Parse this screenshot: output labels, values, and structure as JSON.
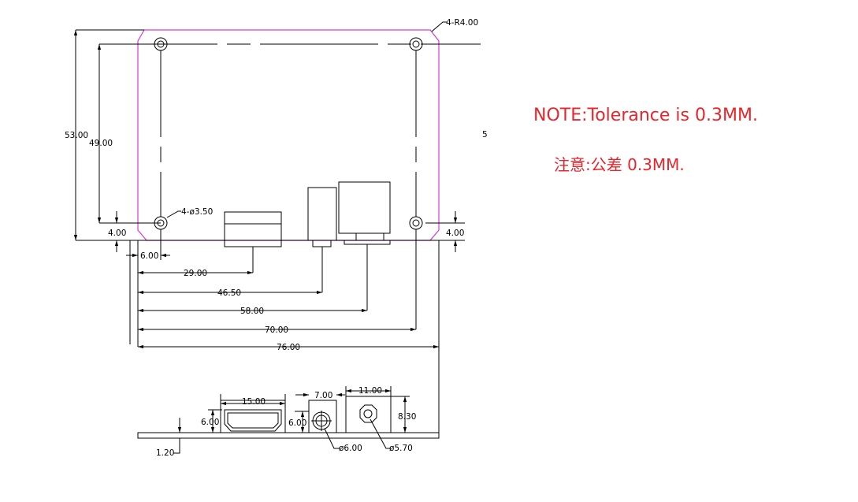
{
  "notes": {
    "english": "NOTE:Tolerance is 0.3MM.",
    "chinese": "注意:公差 0.3MM."
  },
  "colors": {
    "note": "#e8252a",
    "board_outline": "#d63ad2",
    "lines": "#000000"
  },
  "top_view": {
    "height_outer": "53.00",
    "height_inner": "49.00",
    "corner_radius": "4-R4.00",
    "hole_diameter": "4-ø3.50",
    "edge_left": "4.00",
    "edge_right": "4.00",
    "hole_offset_x": "6.00",
    "widths": [
      "29.00",
      "46.50",
      "58.00",
      "70.00",
      "76.00"
    ],
    "stray_mark": "5"
  },
  "side_view": {
    "hdmi_width": "15.00",
    "hdmi_height": "6.00",
    "jack_width": "7.00",
    "jack_height": "6.00",
    "dc_width": "11.00",
    "dc_height": "8.30",
    "jack_diameter": "ø6.00",
    "dc_diameter": "ø5.70",
    "board_thickness": "1.20"
  }
}
